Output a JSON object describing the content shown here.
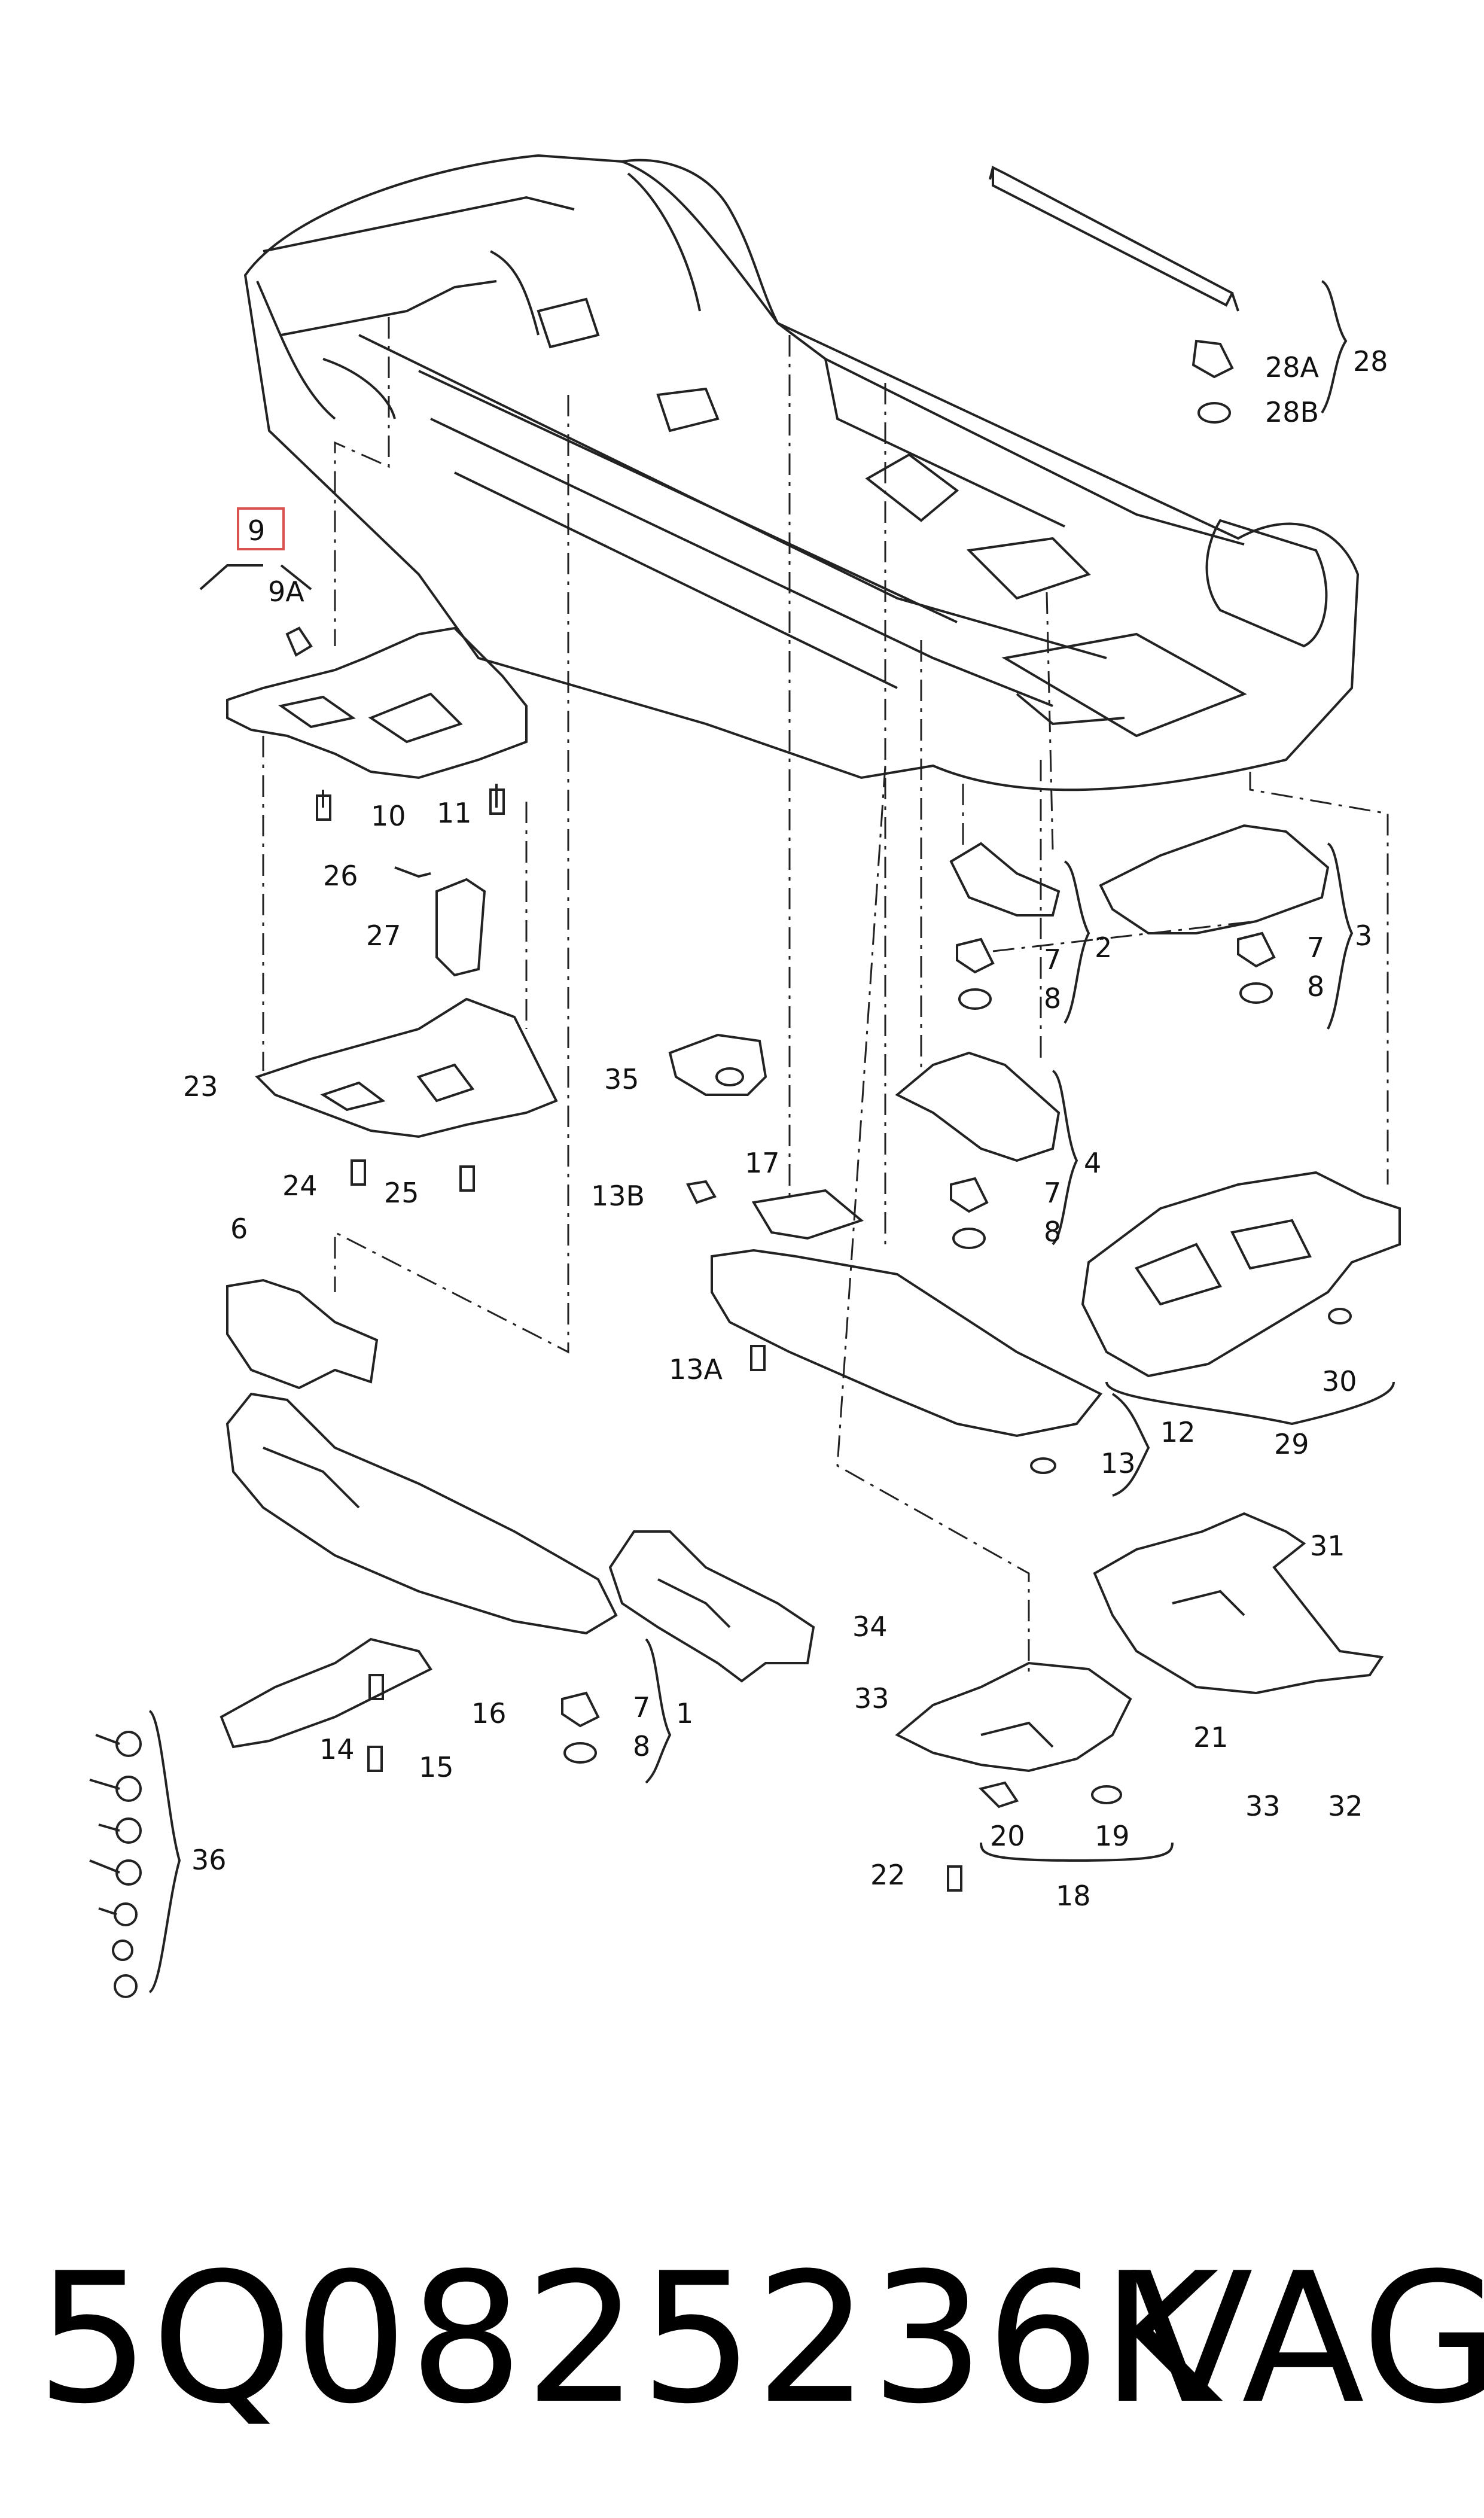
{
  "diagram": {
    "highlight_color": "#d9534f",
    "line_color": "#222222",
    "highlighted_label": "9",
    "callouts": {
      "c9": "9",
      "c9a": "9A",
      "c10": "10",
      "c11": "11",
      "c26": "26",
      "c27": "27",
      "c23": "23",
      "c24": "24",
      "c25": "25",
      "c28": "28",
      "c28a": "28A",
      "c28b": "28B",
      "c2": "2",
      "c3": "3",
      "c4": "4",
      "c7a": "7",
      "c8a": "8",
      "c7b": "7",
      "c8b": "8",
      "c7c": "7",
      "c8c": "8",
      "c35": "35",
      "c17": "17",
      "c13b": "13B",
      "c13a": "13A",
      "c13": "13",
      "c12": "12",
      "c29": "29",
      "c30": "30",
      "c6": "6",
      "c31": "31",
      "c34": "34",
      "c1": "1",
      "c7d": "7",
      "c8d": "8",
      "c14": "14",
      "c15": "15",
      "c16": "16",
      "c33a": "33",
      "c33b": "33",
      "c32": "32",
      "c21": "21",
      "c22": "22",
      "c20": "20",
      "c19": "19",
      "c18": "18",
      "c36": "36"
    }
  },
  "footer": {
    "part_number": "5Q0825236K",
    "brand": "VAG"
  }
}
